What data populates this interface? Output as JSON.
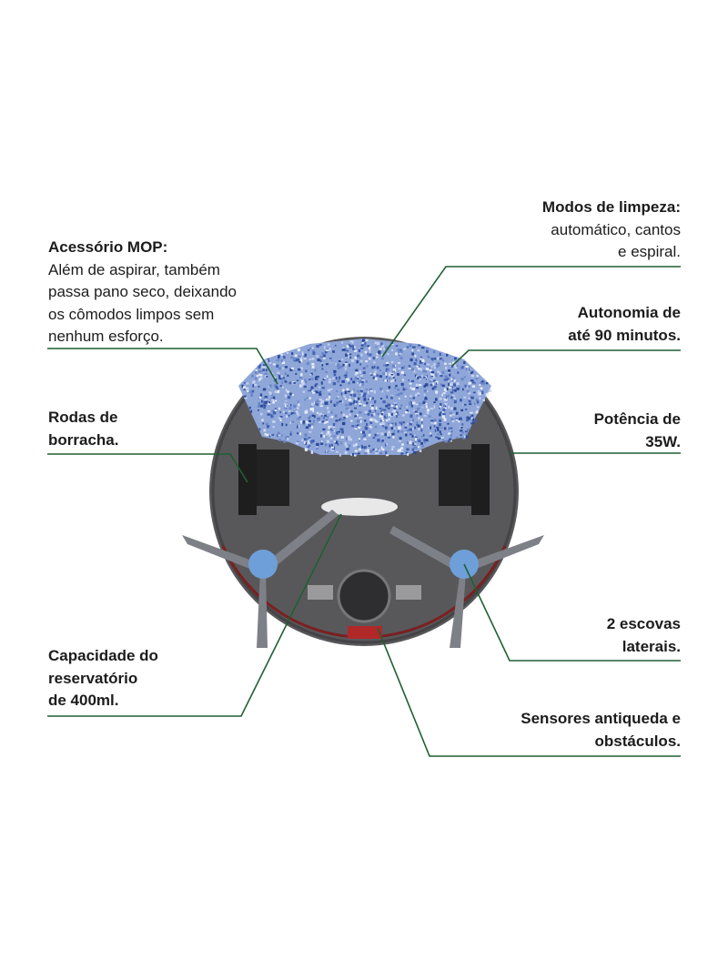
{
  "colors": {
    "leader_line": "#1f5f32",
    "mop": "#8fa6d8",
    "body": "#555558",
    "brush": "#6f9fd8"
  },
  "labels": {
    "mop": {
      "title": "Acessório MOP:",
      "lines": [
        "Além de aspirar, também",
        "passa pano seco, deixando",
        "os cômodos limpos sem",
        "nenhum esforço."
      ]
    },
    "modes": {
      "title": "Modos de limpeza:",
      "lines": [
        "automático, cantos",
        "e espiral."
      ]
    },
    "autonomy": {
      "lines": [
        "Autonomia de",
        "até 90 minutos."
      ]
    },
    "wheels": {
      "lines": [
        "Rodas de",
        "borracha."
      ]
    },
    "power": {
      "lines": [
        "Potência de",
        "35W."
      ]
    },
    "brushes": {
      "lines": [
        "2 escovas",
        "laterais."
      ]
    },
    "reservoir": {
      "lines": [
        "Capacidade do",
        "reservatório",
        "de 400ml."
      ]
    },
    "sensors": {
      "lines": [
        "Sensores antiqueda e",
        "obstáculos."
      ]
    }
  }
}
